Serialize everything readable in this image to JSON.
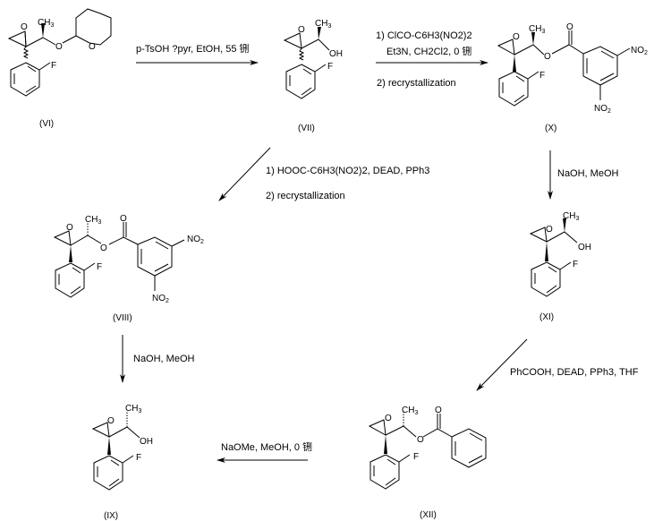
{
  "compounds": {
    "VI": {
      "label": "(VI)"
    },
    "VII": {
      "label": "(VII)"
    },
    "X": {
      "label": "(X)"
    },
    "VIII": {
      "label": "(VIII)"
    },
    "XI": {
      "label": "(XI)"
    },
    "IX": {
      "label": "(IX)"
    },
    "XII": {
      "label": "(XII)"
    }
  },
  "atoms": {
    "ch3": "CH",
    "ch3_sub": "3",
    "o": "O",
    "oh": "OH",
    "f": "F",
    "no2": "NO",
    "no2_sub": "2"
  },
  "reactions": {
    "r1": {
      "conditions": "p-TsOH ?pyr, EtOH, 55 铏"
    },
    "r2": {
      "line1": "1) ClCO-C6H3(NO2)2",
      "line2": "Et3N, CH2Cl2, 0 铏",
      "line3": "2) recrystallization"
    },
    "r3": {
      "line1": "1) HOOC-C6H3(NO2)2, DEAD, PPh3",
      "line2": "2) recrystallization"
    },
    "r4": {
      "conditions": "NaOH, MeOH"
    },
    "r5": {
      "conditions": "NaOH, MeOH"
    },
    "r6": {
      "conditions": "PhCOOH, DEAD, PPh3, THF"
    },
    "r7": {
      "conditions": "NaOMe, MeOH, 0 铏"
    }
  }
}
